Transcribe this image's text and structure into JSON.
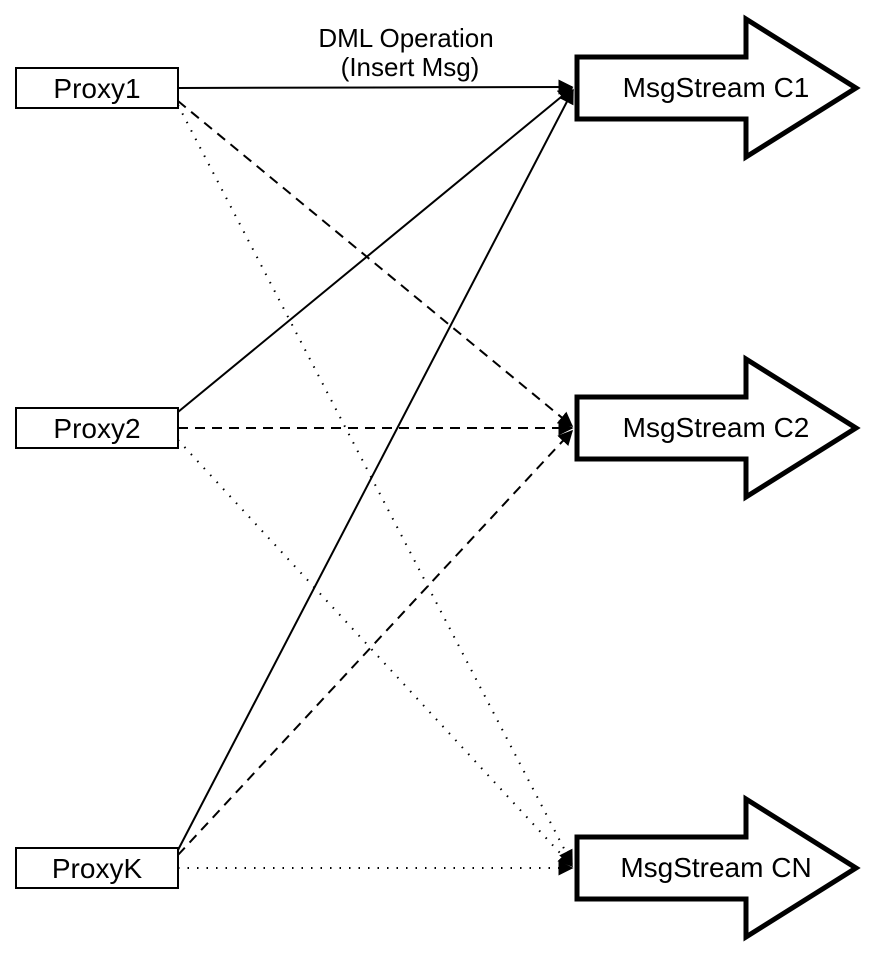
{
  "diagram": {
    "title_label": {
      "line1": "DML Operation",
      "line2": "(Insert Msg)"
    },
    "proxies": [
      {
        "id": "proxy1",
        "label": "Proxy1"
      },
      {
        "id": "proxy2",
        "label": "Proxy2"
      },
      {
        "id": "proxyk",
        "label": "ProxyK"
      }
    ],
    "streams": [
      {
        "id": "c1",
        "label": "MsgStream C1",
        "incoming_line_style": "solid"
      },
      {
        "id": "c2",
        "label": "MsgStream C2",
        "incoming_line_style": "dashed"
      },
      {
        "id": "cn",
        "label": "MsgStream CN",
        "incoming_line_style": "dotted"
      }
    ],
    "edges": [
      {
        "from": "Proxy1",
        "to": "MsgStream C1",
        "style": "solid"
      },
      {
        "from": "Proxy2",
        "to": "MsgStream C1",
        "style": "solid"
      },
      {
        "from": "ProxyK",
        "to": "MsgStream C1",
        "style": "solid"
      },
      {
        "from": "Proxy1",
        "to": "MsgStream C2",
        "style": "dashed"
      },
      {
        "from": "Proxy2",
        "to": "MsgStream C2",
        "style": "dashed"
      },
      {
        "from": "ProxyK",
        "to": "MsgStream C2",
        "style": "dashed"
      },
      {
        "from": "Proxy1",
        "to": "MsgStream CN",
        "style": "dotted"
      },
      {
        "from": "Proxy2",
        "to": "MsgStream CN",
        "style": "dotted"
      },
      {
        "from": "ProxyK",
        "to": "MsgStream CN",
        "style": "dotted"
      }
    ],
    "colors": {
      "stroke": "#000000",
      "fill": "#ffffff",
      "background": "#ffffff"
    }
  }
}
